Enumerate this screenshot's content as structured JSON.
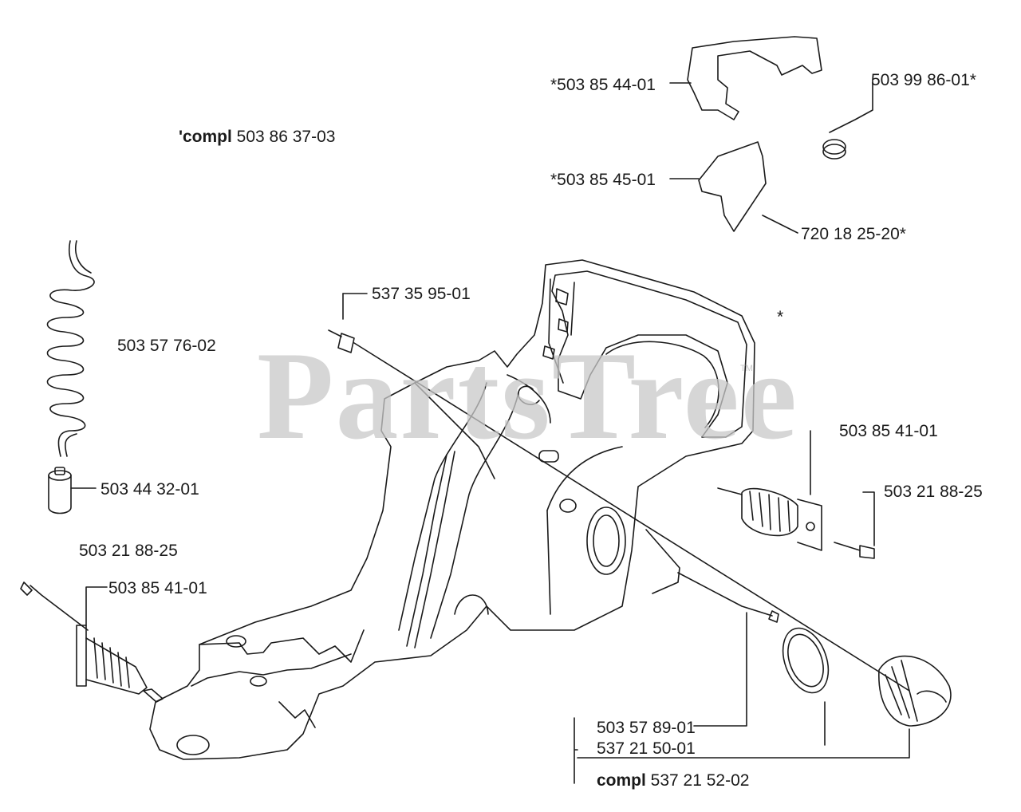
{
  "watermark": {
    "text": "PartsTree",
    "trademark": "TM"
  },
  "labels": {
    "l1": "*503 85 44-01",
    "l2": "503 99 86-01*",
    "l3_prefix": "'compl",
    "l3": " 503 86 37-03",
    "l4": "*503 85 45-01",
    "l5": "720 18 25-20*",
    "l6": "537 35 95-01",
    "l7": "*",
    "l8": "503 57 76-02",
    "l9": "503 85 41-01",
    "l10": "503 44 32-01",
    "l11": "503 21 88-25",
    "l12": "503 21 88-25",
    "l13": "503 85 41-01",
    "l14": "503 57 89-01",
    "l15": "537 21 50-01",
    "l16_prefix": "compl",
    "l16": " 537 21 52-02"
  },
  "colors": {
    "line": "#1a1a1a",
    "watermark": "#c9c9c9",
    "background": "#ffffff"
  }
}
